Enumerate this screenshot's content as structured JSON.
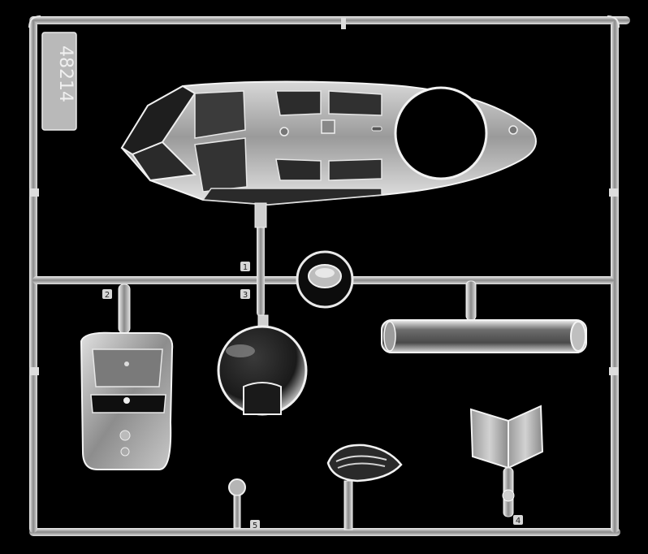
{
  "image": {
    "background_color": "#000000",
    "part_color": "#c9c9c9",
    "highlight_color": "#f4f4f4",
    "shadow_color": "#5a5a5a"
  },
  "sprue": {
    "tab_text": "48214",
    "part_numbers": {
      "p1": "1",
      "p2": "2",
      "p3": "3",
      "p4": "4",
      "p5": "5"
    }
  }
}
